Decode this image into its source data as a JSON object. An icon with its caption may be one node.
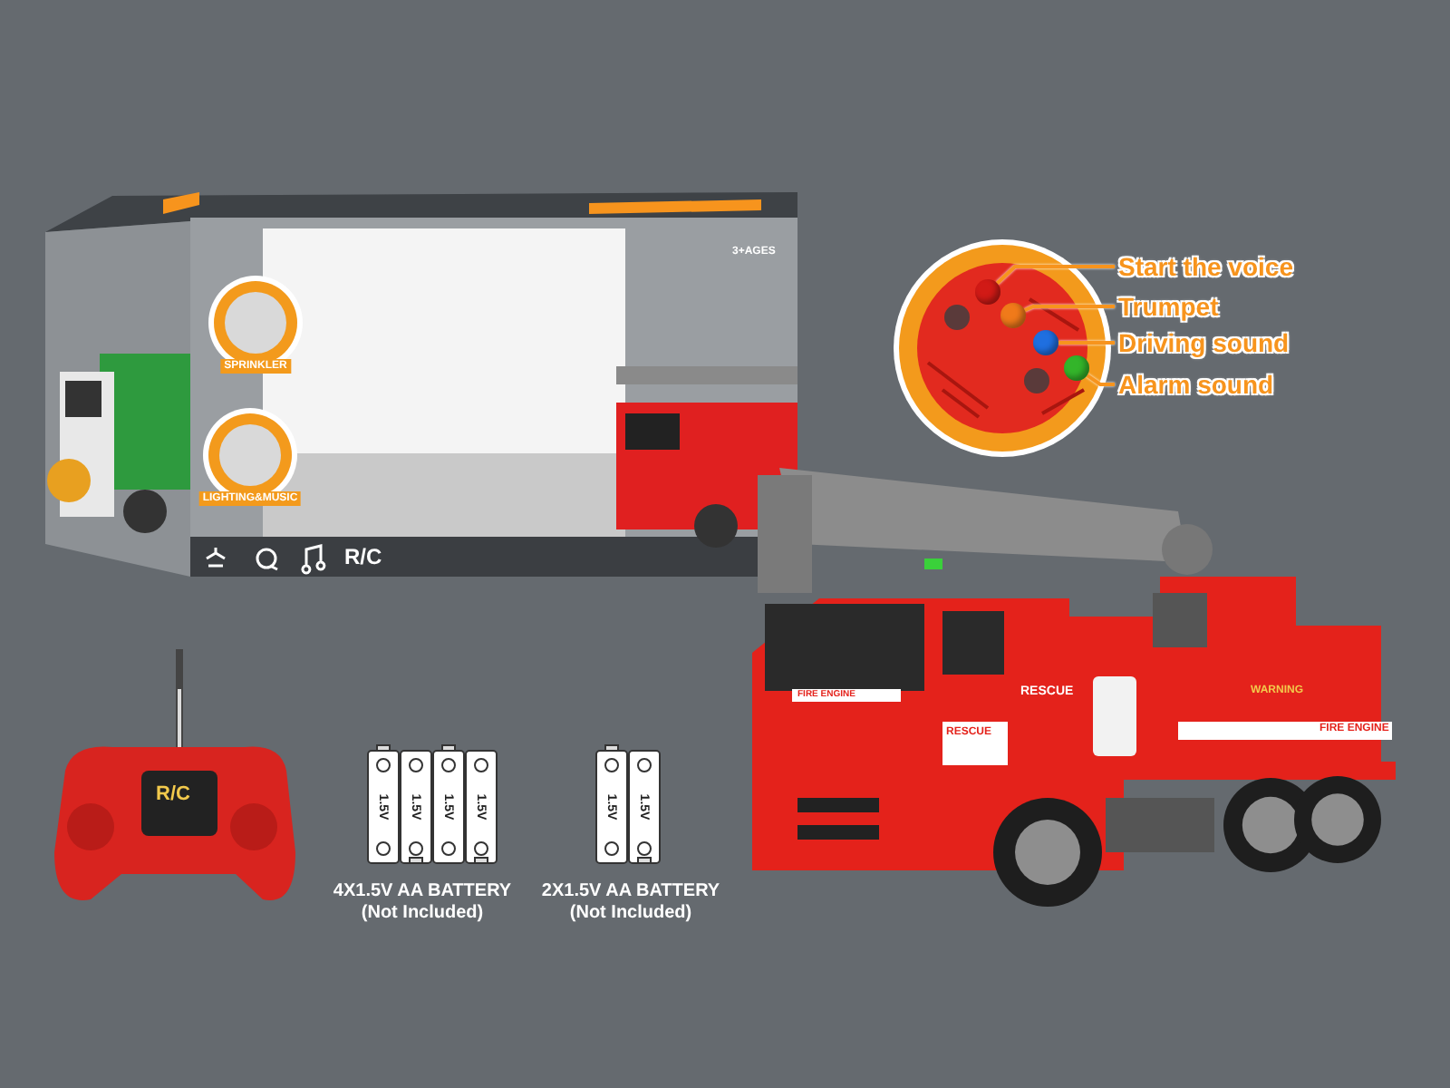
{
  "diagram": {
    "nodes": [
      {
        "text": [
          "Start the voice"
        ]
      },
      {
        "text": [
          "Trumpet"
        ]
      },
      {
        "text": [
          "Driving sound"
        ]
      },
      {
        "text": [
          "Alarm sound"
        ]
      },
      {
        "text": [],
        "shape": "circle"
      },
      {
        "text": [],
        "shape": "circle"
      },
      {
        "text": [],
        "shape": "circle"
      },
      {
        "text": [],
        "shape": "circle"
      }
    ],
    "edges": [
      {
        "from": 0,
        "to": 4,
        "arrow": "none"
      },
      {
        "from": 1,
        "to": 5,
        "arrow": "none"
      },
      {
        "from": 2,
        "to": 6,
        "arrow": "none"
      },
      {
        "from": 3,
        "to": 7,
        "arrow": "none"
      }
    ],
    "labels": [
      "3+AGES",
      "SPRINKLER",
      "LIGHTING&MUSIC",
      "R/C",
      "R/C",
      "1.5V",
      "1.5V",
      "1.5V",
      "1.5V",
      "1.5V",
      "1.5V",
      "4X1.5V AA BATTERY",
      "(Not Included)",
      "2X1.5V AA BATTERY",
      "(Not Included)",
      "FIRE ENGINE",
      "RESCUE",
      "RESCUE",
      "WARNING",
      "FIRE ENGINE"
    ]
  }
}
